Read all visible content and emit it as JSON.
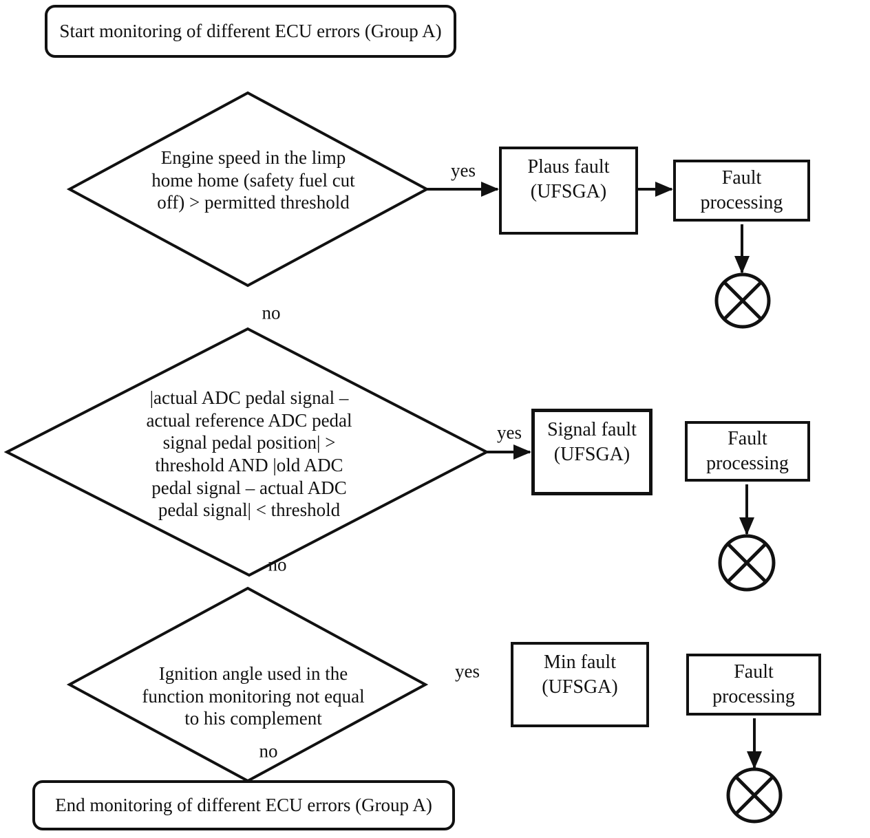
{
  "flow": {
    "start_label": "Start monitoring of different ECU errors (Group A)",
    "end_label": "End monitoring of different ECU errors (Group A)",
    "decisions": [
      {
        "id": "engine-speed",
        "text": "Engine speed in the limp\nhome home (safety fuel cut\noff) > permitted threshold",
        "yes": "yes",
        "no": "no"
      },
      {
        "id": "adc-pedal-signal",
        "text": "|actual ADC pedal signal –\nactual reference ADC pedal\nsignal pedal position| >\nthreshold AND |old ADC\npedal signal – actual ADC\npedal signal| < threshold",
        "yes": "yes",
        "no": "no"
      },
      {
        "id": "ignition-angle",
        "text": "Ignition angle used in the\nfunction monitoring not equal\nto his complement",
        "yes": "yes",
        "no": "no"
      }
    ],
    "faults": [
      {
        "label": "Plaus fault\n(UFSGA)"
      },
      {
        "label": "Signal fault\n(UFSGA)"
      },
      {
        "label": "Min fault\n(UFSGA)"
      }
    ],
    "processing": [
      {
        "label": "Fault\nprocessing"
      },
      {
        "label": "Fault\nprocessing"
      },
      {
        "label": "Fault\nprocessing"
      }
    ],
    "terminator_icon": "crossed-circle",
    "colors": {
      "line": "#111111",
      "background": "#ffffff",
      "text": "#111111"
    }
  }
}
